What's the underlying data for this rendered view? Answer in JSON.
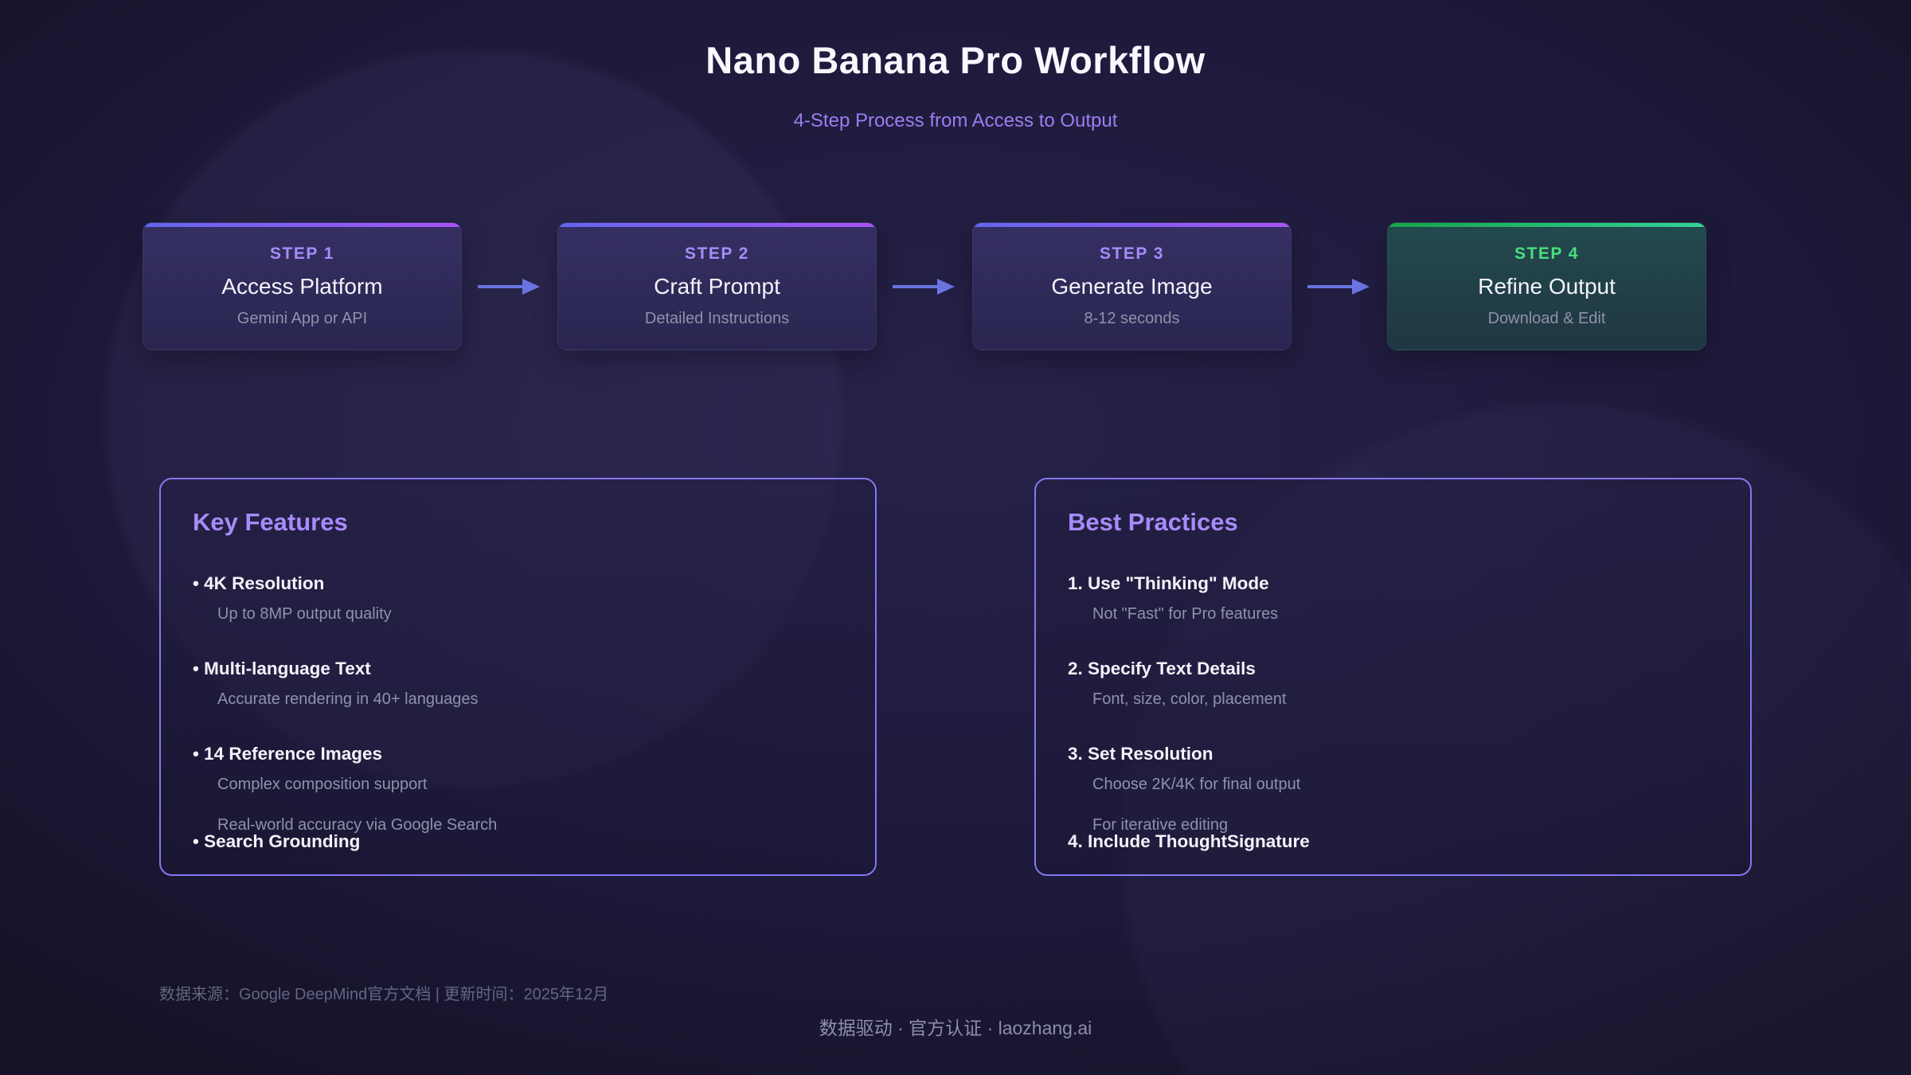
{
  "header": {
    "title": "Nano Banana Pro Workflow",
    "subtitle": "4-Step Process from Access to Output"
  },
  "steps": [
    {
      "label": "STEP 1",
      "title": "Access Platform",
      "desc": "Gemini App or API"
    },
    {
      "label": "STEP 2",
      "title": "Craft Prompt",
      "desc": "Detailed Instructions"
    },
    {
      "label": "STEP 3",
      "title": "Generate Image",
      "desc": "8-12 seconds"
    },
    {
      "label": "STEP 4",
      "title": "Refine Output",
      "desc": "Download & Edit"
    }
  ],
  "features": {
    "title": "Key Features",
    "items": [
      {
        "title": "• 4K Resolution",
        "desc": "Up to 8MP output quality"
      },
      {
        "title": "• Multi-language Text",
        "desc": "Accurate rendering in 40+ languages"
      },
      {
        "title": "• 14 Reference Images",
        "desc": "Complex composition support"
      },
      {
        "title": "• Search Grounding",
        "desc": "Real-world accuracy via Google Search"
      }
    ]
  },
  "practices": {
    "title": "Best Practices",
    "items": [
      {
        "title": "1. Use \"Thinking\" Mode",
        "desc": "Not \"Fast\" for Pro features"
      },
      {
        "title": "2. Specify Text Details",
        "desc": "Font, size, color, placement"
      },
      {
        "title": "3. Set Resolution",
        "desc": "Choose 2K/4K for final output"
      },
      {
        "title": "4. Include ThoughtSignature",
        "desc": "For iterative editing"
      }
    ]
  },
  "footer": {
    "source": "数据来源：Google DeepMind官方文档 | 更新时间：2025年12月",
    "brand": "数据驱动 · 官方认证 · laozhang.ai"
  },
  "colors": {
    "accent-purple": "#a78bfa",
    "accent-green": "#4ade80",
    "arrow": "#6a74e0",
    "panel-border": "#8677f0",
    "grad-purple-from": "#6366f1",
    "grad-purple-to": "#a855f7",
    "grad-green-from": "#16a34a",
    "grad-green-to": "#34d399",
    "bg": "#1d1938"
  }
}
